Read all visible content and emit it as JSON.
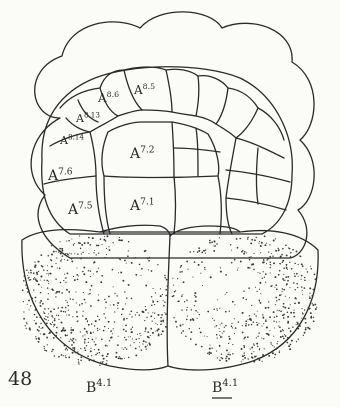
{
  "figure": {
    "number": "48"
  },
  "cell_labels": {
    "a8_5": "A8.5",
    "a8_6": "A8.6",
    "a8_13": "A8.13",
    "a8_14": "A8.14",
    "a7_6": "A7.6",
    "a7_5": "A7.5",
    "a7_2": "A7.2",
    "a7_1": "A7.1"
  },
  "bottom_labels": {
    "left": "B4.1",
    "right": "B4.1"
  }
}
